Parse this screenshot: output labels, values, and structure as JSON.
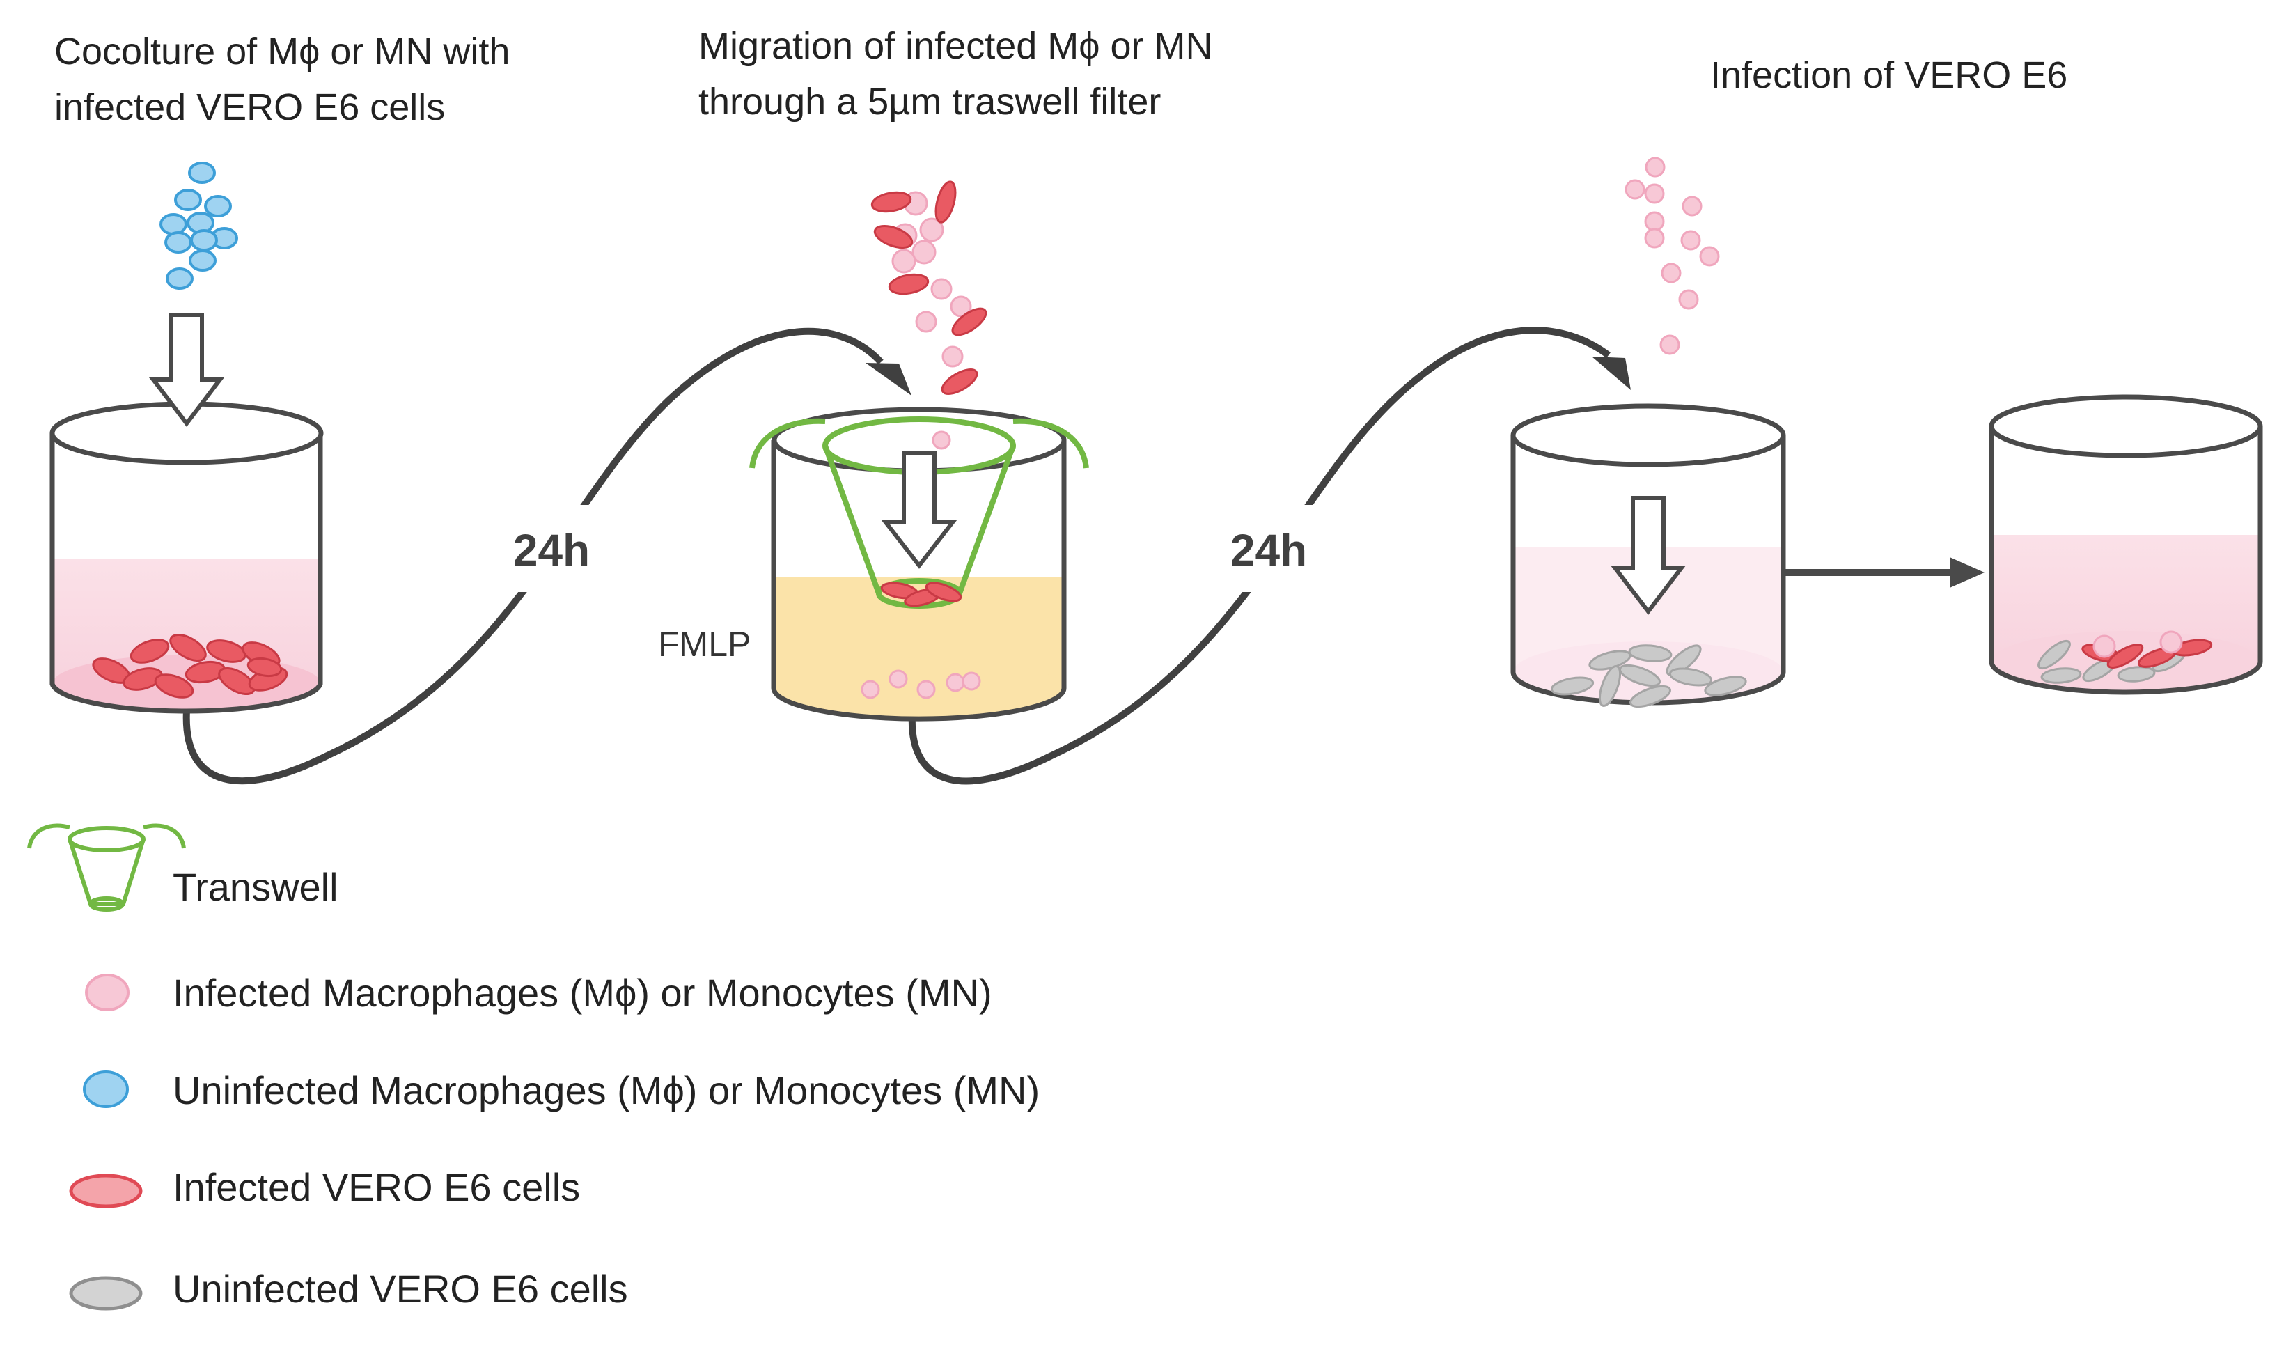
{
  "steps": [
    {
      "title_lines": [
        "Cocolture of Mϕ or MN with",
        "infected VERO E6 cells"
      ]
    },
    {
      "title_lines": [
        "Migration of  infected Mϕ or MN",
        "through a 5µm traswell filter"
      ]
    },
    {
      "title_lines": [
        "Infection of VERO E6"
      ]
    }
  ],
  "timepoints": [
    "24h",
    "24h"
  ],
  "reagent": "FMLP",
  "legend": [
    {
      "label": "Transwell",
      "icon": "transwell-icon"
    },
    {
      "label": "Infected Macrophages (Mϕ) or Monocytes (MN)",
      "icon": "infected-macrophage-icon"
    },
    {
      "label": "Uninfected Macrophages (Mϕ) or Monocytes (MN)",
      "icon": "uninfected-macrophage-icon"
    },
    {
      "label": "Infected VERO E6 cells",
      "icon": "infected-vero-icon"
    },
    {
      "label": "Uninfected VERO E6 cells",
      "icon": "uninfected-vero-icon"
    }
  ],
  "colors": {
    "infected_macrophage": "#f7c8d6",
    "uninfected_macrophage": "#9fd3f1",
    "infected_vero": "#e95a63",
    "uninfected_vero": "#c9c9c9",
    "transwell": "#72b843",
    "fmlp_medium": "#fbe3a9",
    "culture_medium": "#fbe4ea",
    "outline": "#4a4a4a"
  }
}
